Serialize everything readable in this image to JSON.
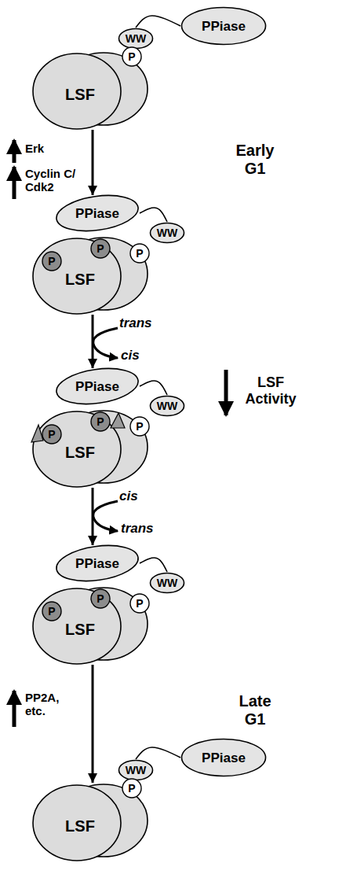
{
  "diagram": {
    "nodes": [
      {
        "text": [
          "PPiase"
        ]
      },
      {
        "text": [
          "WW"
        ]
      },
      {
        "text": [
          "P"
        ]
      },
      {
        "text": [
          "LSF"
        ]
      },
      {
        "text": [
          "PPiase"
        ]
      },
      {
        "text": [
          "WW"
        ]
      },
      {
        "text": [
          "P"
        ]
      },
      {
        "text": [
          "LSF"
        ]
      },
      {
        "text": [
          "P"
        ],
        "in": 7
      },
      {
        "text": [
          "P"
        ],
        "in": 7
      },
      {
        "text": [
          "PPiase"
        ]
      },
      {
        "text": [
          "WW"
        ]
      },
      {
        "text": [
          "P"
        ]
      },
      {
        "text": [
          "LSF"
        ]
      },
      {
        "text": [
          "P"
        ],
        "in": 13
      },
      {
        "text": [
          "P"
        ],
        "in": 13
      },
      {
        "text": [
          "PPiase"
        ]
      },
      {
        "text": [
          "WW"
        ]
      },
      {
        "text": [
          "P"
        ]
      },
      {
        "text": [
          "LSF"
        ]
      },
      {
        "text": [
          "P"
        ],
        "in": 19
      },
      {
        "text": [
          "P"
        ],
        "in": 19
      },
      {
        "text": [
          "PPiase"
        ]
      },
      {
        "text": [
          "WW"
        ]
      },
      {
        "text": [
          "P"
        ]
      },
      {
        "text": [
          "LSF"
        ]
      }
    ],
    "edges": [
      {
        "from": 1,
        "to": 0,
        "arrow": "none"
      },
      {
        "from": 3,
        "to": 4,
        "arrow": "to"
      },
      {
        "from": 5,
        "to": 4,
        "arrow": "none"
      },
      {
        "from": 7,
        "to": 10,
        "arrow": "to"
      },
      {
        "from": 11,
        "to": 10,
        "arrow": "none"
      },
      {
        "from": 13,
        "to": 16,
        "arrow": "to"
      },
      {
        "from": 17,
        "to": 16,
        "arrow": "none"
      },
      {
        "from": 19,
        "to": 25,
        "arrow": "to"
      },
      {
        "from": 23,
        "to": 22,
        "arrow": "none"
      }
    ],
    "labels": [
      "Erk",
      "Cyclin C/ Cdk2",
      "Early G1",
      "trans",
      "cis",
      "LSF Activity",
      "cis",
      "trans",
      "PP2A, etc.",
      "Late G1"
    ]
  }
}
